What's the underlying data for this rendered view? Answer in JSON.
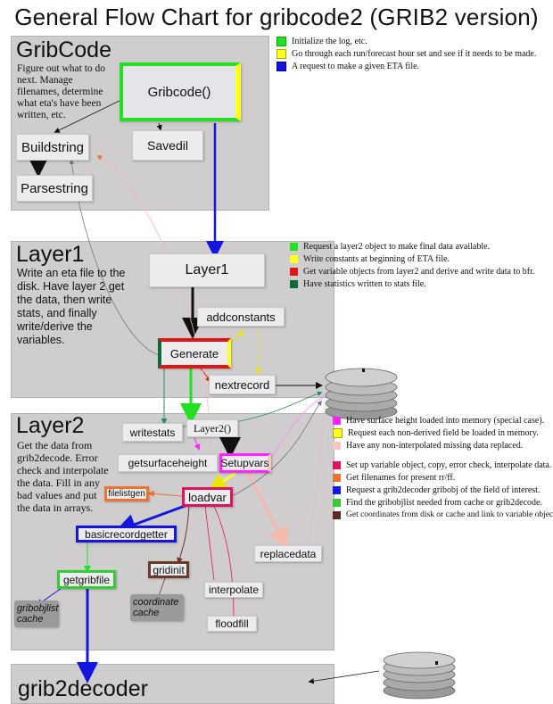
{
  "title": "General Flow Chart for gribcode2 (GRIB2 version)",
  "panels": {
    "gribcode": {
      "title": "GribCode",
      "description": "Figure out what to do next. Manage filenames, determine what eta's have been written, etc."
    },
    "layer1": {
      "title": "Layer1",
      "description": "Write an eta file to the disk. Have layer 2 get the data, then write stats, and finally write/derive the variables."
    },
    "layer2": {
      "title": "Layer2",
      "description": "Get the data from grib2decode. Error check and interpolate the data. Fill in any bad values and put the data in arrays."
    },
    "grib2decoder": {
      "title": "grib2decoder"
    }
  },
  "nodes": {
    "gribcode_fn": "Gribcode()",
    "buildstring": "Buildstring",
    "savedil": "Savedil",
    "parsestring": "Parsestring",
    "layer1_fn": "Layer1",
    "addconstants": "addconstants",
    "generate": "Generate",
    "nextrecord": "nextrecord",
    "writestats": "writestats",
    "layer2_fn": "Layer2()",
    "getsurfaceheight": "getsurfaceheight",
    "setupvars": "Setupvars",
    "filelistgen": "filelistgen",
    "loadvar": "loadvar",
    "basicrecordgetter": "basicrecordgetter",
    "getgribfile": "getgribfile",
    "gridinit": "gridinit",
    "interpolate": "interpolate",
    "replacedata": "replacedata",
    "floodfill": "floodfill",
    "gribobjlist_cache": "gribobjlist cache",
    "coordinate_cache": "coordinate cache"
  },
  "legend_gribcode": [
    {
      "color": "#22e022",
      "text": "Initialize the log, etc."
    },
    {
      "color": "#ffff22",
      "text": "Go through each run/forecast hour set and see if it needs to be made."
    },
    {
      "color": "#1515e0",
      "text": "A request to make a given ETA file."
    }
  ],
  "legend_layer1": [
    {
      "color": "#22e022",
      "text": "Request a layer2 object to make final data available."
    },
    {
      "color": "#ffff22",
      "text": "Write constants at beginning of ETA file."
    },
    {
      "color": "#e01515",
      "text": "Get variable objects from layer2 and derive and write data to bfr."
    },
    {
      "color": "#0d6b3b",
      "text": "Have statistics written to stats file."
    }
  ],
  "legend_layer2_a": [
    {
      "color": "#ff22ff",
      "text": "Have surface height loaded into memory (special case)."
    },
    {
      "color": "#ffff22",
      "text": "Request each non-derived field be loaded in memory."
    },
    {
      "color": "#f7c8c0",
      "text": "Have any non-interpolated missing data replaced."
    }
  ],
  "legend_layer2_b": [
    {
      "color": "#e0115f",
      "text": "Set up variable object, copy, error check, interpolate data."
    },
    {
      "color": "#f07030",
      "text": "Get filenames for present rr/ff."
    },
    {
      "color": "#1515e0",
      "text": "Request a grib2decoder gribobj of the field of interest."
    },
    {
      "color": "#33cc33",
      "text": "Find the gribobjlist needed from cache or grib2decode."
    },
    {
      "color": "#5a2a20",
      "text": "Get coordinates from disk or cache and link to variable object."
    }
  ]
}
